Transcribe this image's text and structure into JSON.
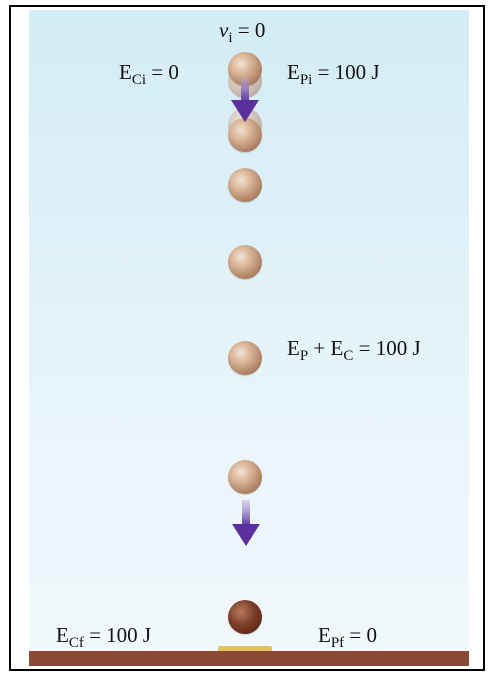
{
  "labels": {
    "v_symbol": "v",
    "v_sub": "i",
    "v_value": " = 0",
    "ec_i_symbol": "E",
    "ec_i_sub": "Ci",
    "ec_i_value": " = 0",
    "ep_i_symbol": "E",
    "ep_i_sub": "Pi",
    "ep_i_value": " = 100 J",
    "mid_ep_symbol": "E",
    "mid_ep_sub": "P",
    "mid_plus": " + ",
    "mid_ec_symbol": "E",
    "mid_ec_sub": "C",
    "mid_value": " = 100 J",
    "ec_f_symbol": "E",
    "ec_f_sub": "Cf",
    "ec_f_value": " = 100 J",
    "ep_f_symbol": "E",
    "ep_f_sub": "Pf",
    "ep_f_value": " = 0"
  },
  "colors": {
    "background_top": "#d4ecf6",
    "background_bottom": "#f2f9fc",
    "ball": "#c29a7c",
    "ball_final": "#6a2e1a",
    "arrow": "#6a3fa8",
    "ground": "#8a4a35",
    "ground_patch": "#e2c25a"
  }
}
